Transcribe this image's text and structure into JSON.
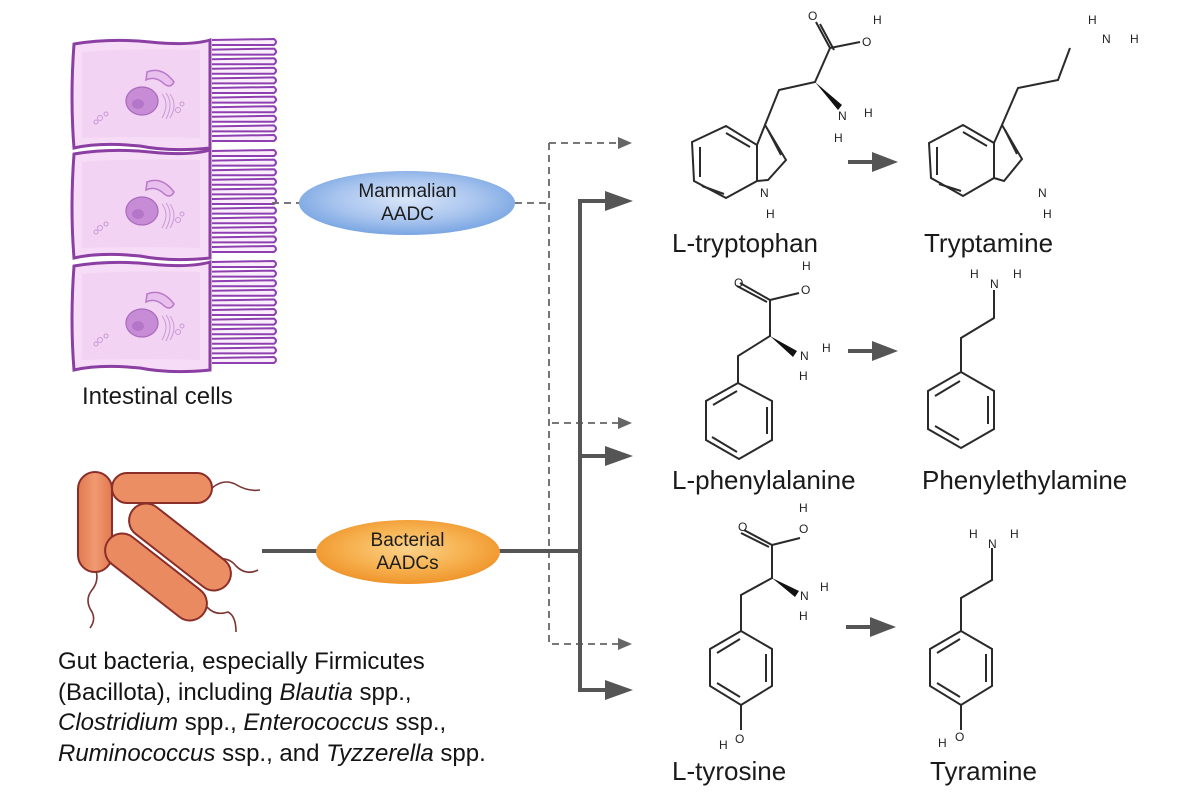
{
  "figure": {
    "intestinal_cells_label": "Intestinal cells",
    "mammalian_enzyme": {
      "line1": "Mammalian",
      "line2": "AADC",
      "color": "#7ba7e3"
    },
    "bacterial_enzyme": {
      "line1": "Bacterial",
      "line2": "AADCs",
      "color": "#f0952e"
    },
    "bacteria_description": {
      "line1": "Gut bacteria, especially Firmicutes",
      "line2_a": "(Bacillota), including ",
      "line2_b": "Blautia",
      "line2_c": " spp.,",
      "line3_a": "Clostridium",
      "line3_b": " spp., ",
      "line3_c": "Enterococcus",
      "line3_d": " ssp.,",
      "line4_a": "Ruminococcus",
      "line4_b": " ssp., and ",
      "line4_c": "Tyzzerella",
      "line4_d": " spp."
    },
    "reactions": [
      {
        "substrate": "L-tryptophan",
        "product": "Tryptamine"
      },
      {
        "substrate": "L-phenylalanine",
        "product": "Phenylethylamine"
      },
      {
        "substrate": "L-tyrosine",
        "product": "Tyramine"
      }
    ],
    "atoms": {
      "H": "H",
      "N": "N",
      "O": "O"
    },
    "colors": {
      "arrow": "#555555",
      "cell_fill": "#f5d9f5",
      "cell_stroke": "#8a3fa0",
      "bacteria_fill": "#eb8a5f",
      "bacteria_stroke": "#8a2e2a"
    }
  }
}
